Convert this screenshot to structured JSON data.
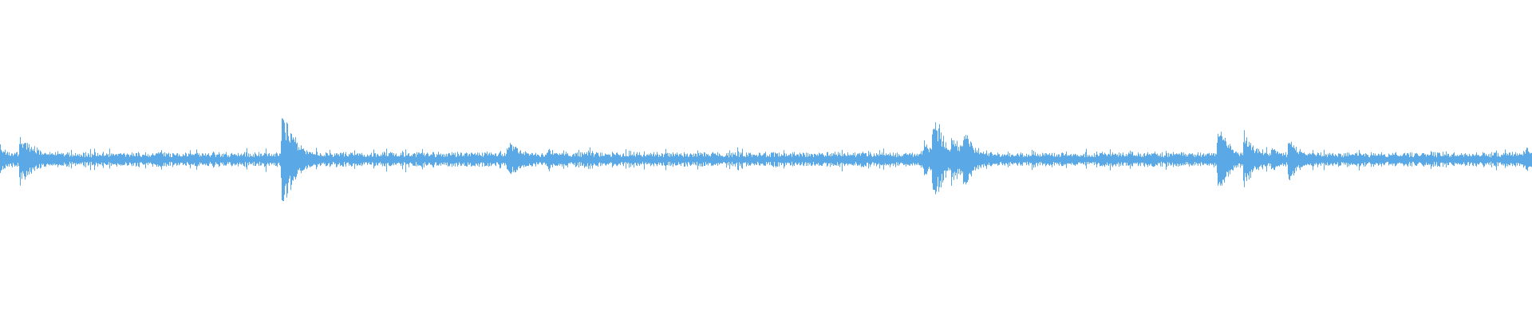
{
  "waveform": {
    "color": "#5aa9e6",
    "background": "#ffffff",
    "baseline_amplitude": 0.06,
    "bursts": [
      {
        "t": 0.0,
        "amp": 0.12
      },
      {
        "t": 0.013,
        "amp": 0.23
      },
      {
        "t": 0.02,
        "amp": 0.14
      },
      {
        "t": 0.036,
        "amp": 0.07
      },
      {
        "t": 0.184,
        "amp": 0.45
      },
      {
        "t": 0.187,
        "amp": 0.3
      },
      {
        "t": 0.331,
        "amp": 0.18
      },
      {
        "t": 0.336,
        "amp": 0.14
      },
      {
        "t": 0.358,
        "amp": 0.1
      },
      {
        "t": 0.457,
        "amp": 0.06
      },
      {
        "t": 0.603,
        "amp": 0.17
      },
      {
        "t": 0.609,
        "amp": 0.42
      },
      {
        "t": 0.621,
        "amp": 0.23
      },
      {
        "t": 0.629,
        "amp": 0.26
      },
      {
        "t": 0.795,
        "amp": 0.3
      },
      {
        "t": 0.812,
        "amp": 0.27
      },
      {
        "t": 0.83,
        "amp": 0.1
      },
      {
        "t": 0.841,
        "amp": 0.2
      },
      {
        "t": 0.996,
        "amp": 0.12
      }
    ]
  }
}
